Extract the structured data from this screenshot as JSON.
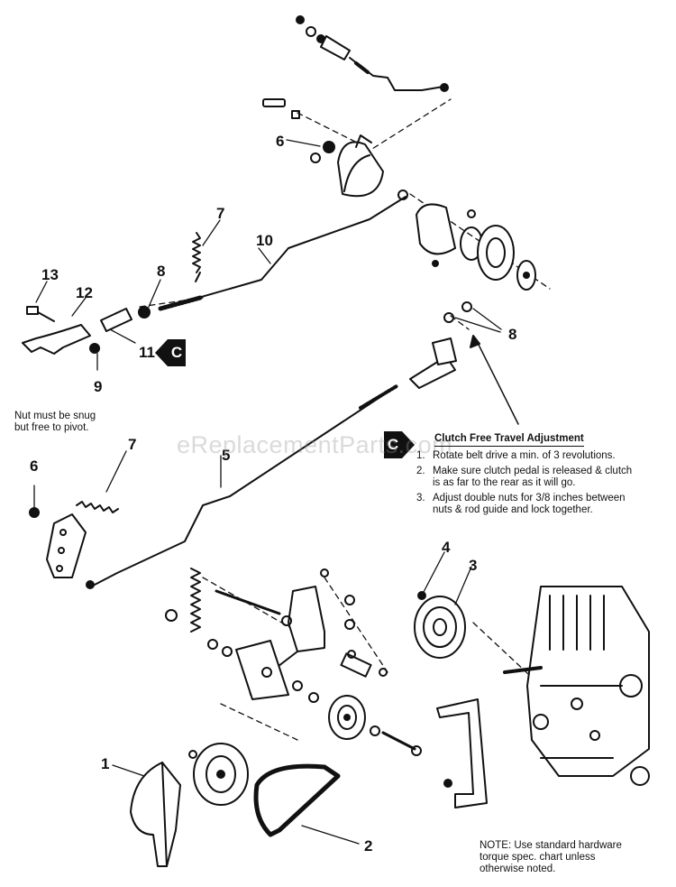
{
  "callouts": {
    "c1": "1",
    "c2": "2",
    "c3": "3",
    "c4": "4",
    "c5": "5",
    "c6a": "6",
    "c6b": "6",
    "c7a": "7",
    "c7b": "7",
    "c8a": "8",
    "c8b": "8",
    "c9": "9",
    "c10": "10",
    "c11": "11",
    "c12": "12",
    "c13": "13"
  },
  "markers": {
    "left": "C",
    "right": "C"
  },
  "nut_note": {
    "line1": "Nut must be snug",
    "line2": "but free to pivot."
  },
  "adjustment": {
    "title": "Clutch Free Travel Adjustment",
    "steps": [
      {
        "num": "1.",
        "line1": "Rotate belt drive a min. of 3 revolutions.",
        "line2": ""
      },
      {
        "num": "2.",
        "line1": "Make sure clutch pedal is released & clutch",
        "line2": "is as far to the rear as it will go."
      },
      {
        "num": "3.",
        "line1": "Adjust double nuts for 3/8 inches between",
        "line2": "nuts & rod guide and lock together."
      }
    ]
  },
  "hardware_note": {
    "line1": "NOTE:  Use standard hardware",
    "line2": "torque spec. chart unless",
    "line3": "otherwise noted."
  },
  "watermark": "eReplacementParts.com",
  "colors": {
    "ink": "#111111",
    "background": "#ffffff",
    "watermark": "#969696"
  }
}
